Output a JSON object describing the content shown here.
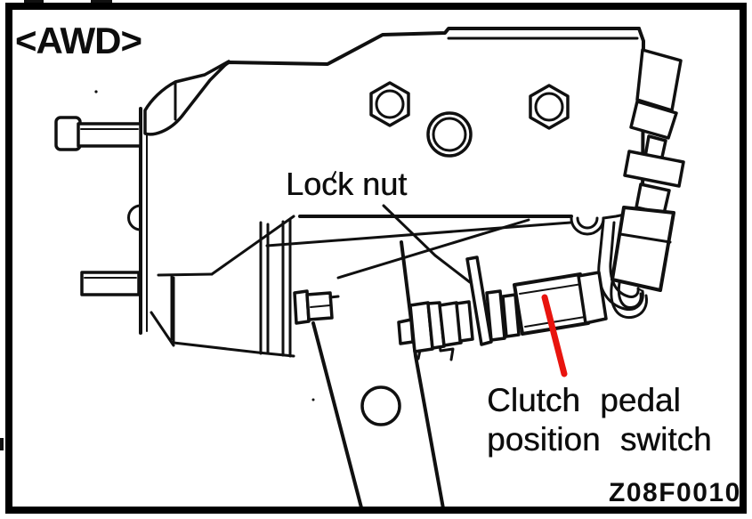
{
  "figure": {
    "variant_label": "<AWD>",
    "figure_code": "Z08F0010",
    "callouts": {
      "lock_nut": {
        "label": "Lock nut"
      },
      "clutch_pedal_position_switch": {
        "label": "Clutch pedal position switch",
        "line1": "Clutch pedal",
        "line2": "position switch"
      }
    },
    "colors": {
      "ink": "#101010",
      "pointer_red": "#e8140e",
      "background": "#ffffff",
      "border": "#000000"
    }
  }
}
